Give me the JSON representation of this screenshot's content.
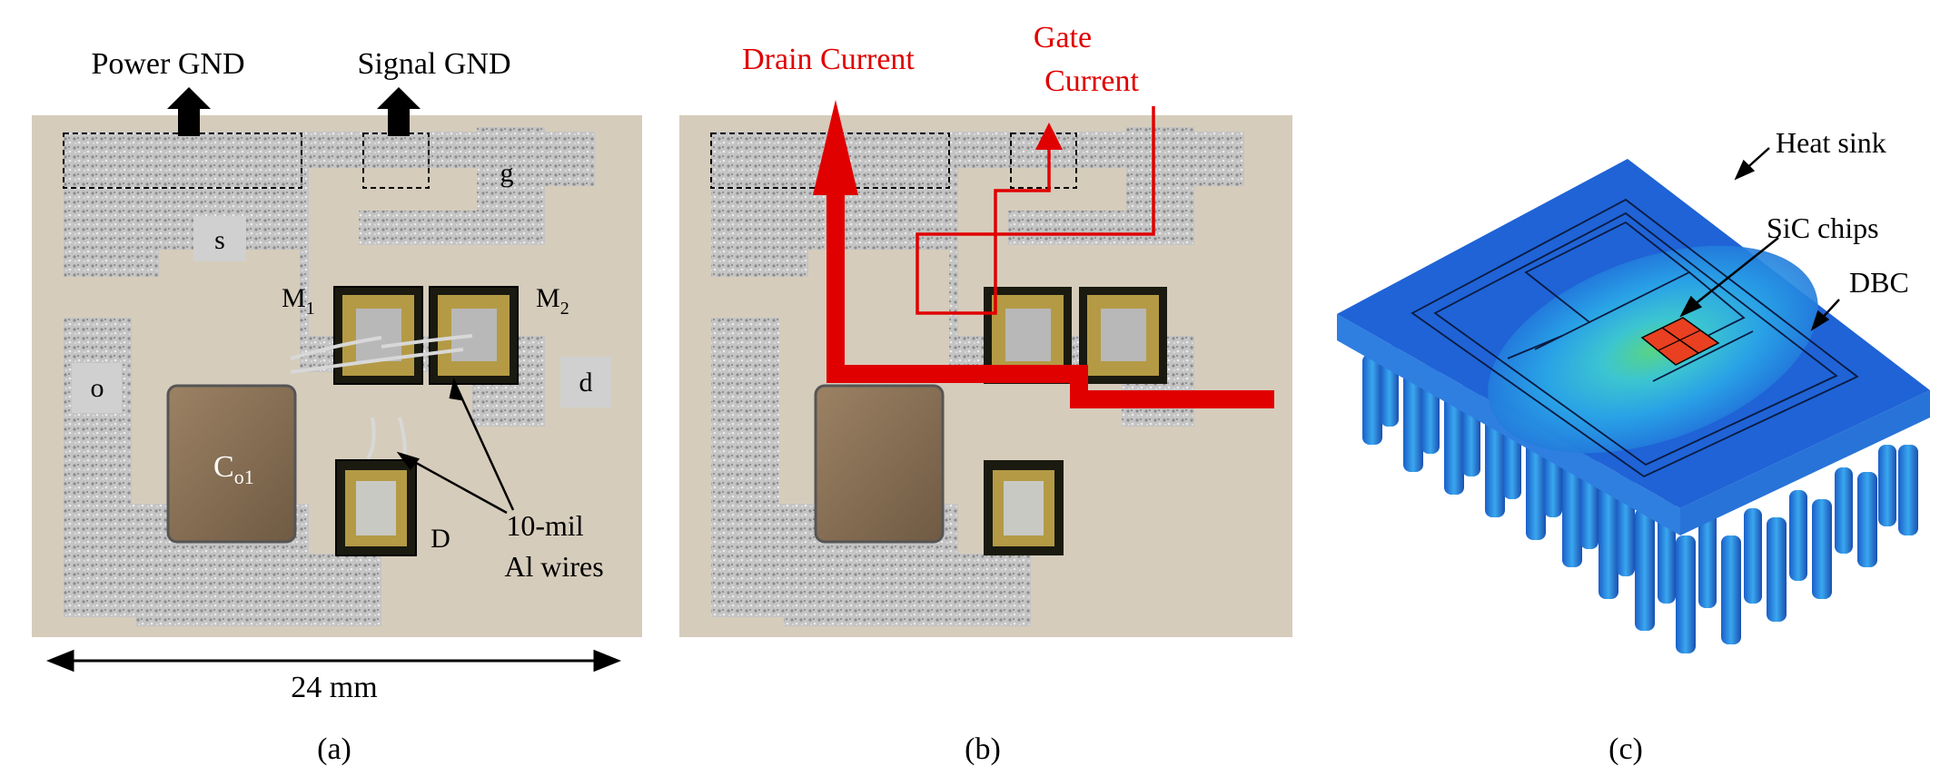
{
  "panel_a": {
    "power_gnd": "Power GND",
    "signal_gnd": "Signal GND",
    "pad_s": "s",
    "pad_g": "g",
    "pad_o": "o",
    "pad_d": "d",
    "m1_main": "M",
    "m1_sub": "1",
    "m2_main": "M",
    "m2_sub": "2",
    "cap_main": "C",
    "cap_sub": "o1",
    "diode": "D",
    "wires_line1": "10-mil",
    "wires_line2": "Al wires",
    "dimension": "24 mm",
    "caption": "(a)"
  },
  "panel_b": {
    "drain_current": "Drain Current",
    "gate_line1": "Gate",
    "gate_line2": "Current",
    "caption": "(b)"
  },
  "panel_c": {
    "heat_sink": "Heat sink",
    "sic_chips": "SiC chips",
    "dbc": "DBC",
    "caption": "(c)"
  },
  "colors": {
    "substrate": "#d9cfbf",
    "copper": "#c8c8c8",
    "current_red": "#e00000",
    "sink_blue": "#1f63d6"
  }
}
